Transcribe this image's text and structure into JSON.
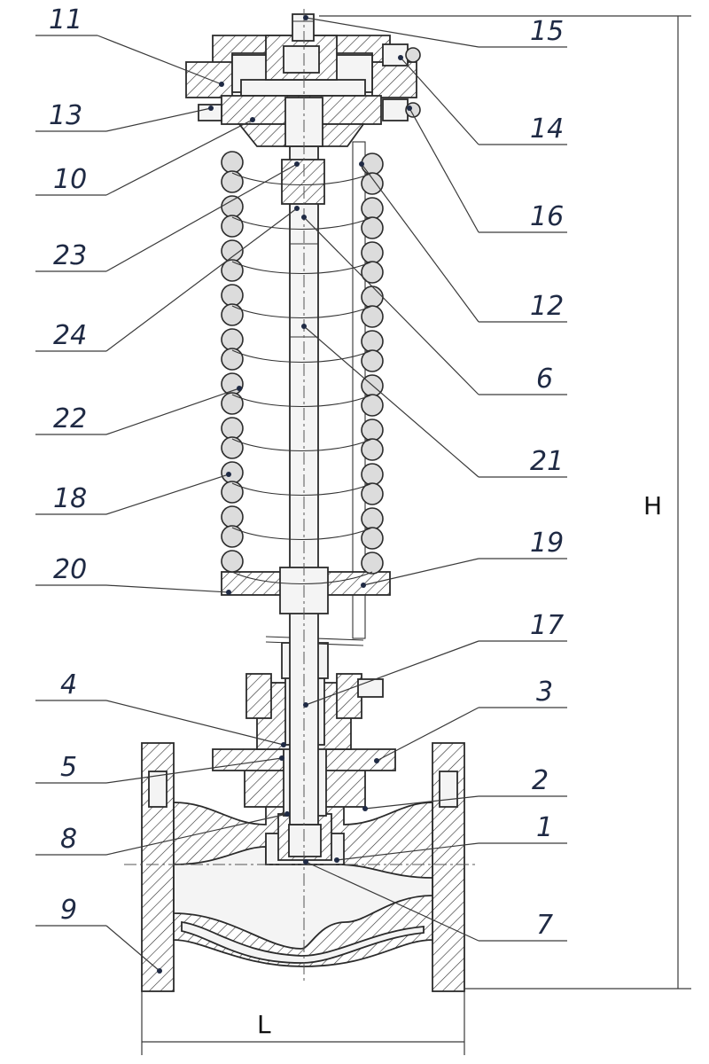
{
  "drawing": {
    "callouts": [
      {
        "id": "c11",
        "label": "11"
      },
      {
        "id": "c13",
        "label": "13"
      },
      {
        "id": "c10",
        "label": "10"
      },
      {
        "id": "c23",
        "label": "23"
      },
      {
        "id": "c24",
        "label": "24"
      },
      {
        "id": "c22",
        "label": "22"
      },
      {
        "id": "c18",
        "label": "18"
      },
      {
        "id": "c20",
        "label": "20"
      },
      {
        "id": "c4",
        "label": "4"
      },
      {
        "id": "c5",
        "label": "5"
      },
      {
        "id": "c8",
        "label": "8"
      },
      {
        "id": "c9",
        "label": "9"
      },
      {
        "id": "c15",
        "label": "15"
      },
      {
        "id": "c14",
        "label": "14"
      },
      {
        "id": "c16",
        "label": "16"
      },
      {
        "id": "c12",
        "label": "12"
      },
      {
        "id": "c6",
        "label": "6"
      },
      {
        "id": "c21",
        "label": "21"
      },
      {
        "id": "c19",
        "label": "19"
      },
      {
        "id": "c17",
        "label": "17"
      },
      {
        "id": "c3",
        "label": "3"
      },
      {
        "id": "c2",
        "label": "2"
      },
      {
        "id": "c1",
        "label": "1"
      },
      {
        "id": "c7",
        "label": "7"
      }
    ],
    "dimensions": {
      "height_label": "H",
      "length_label": "L"
    }
  }
}
